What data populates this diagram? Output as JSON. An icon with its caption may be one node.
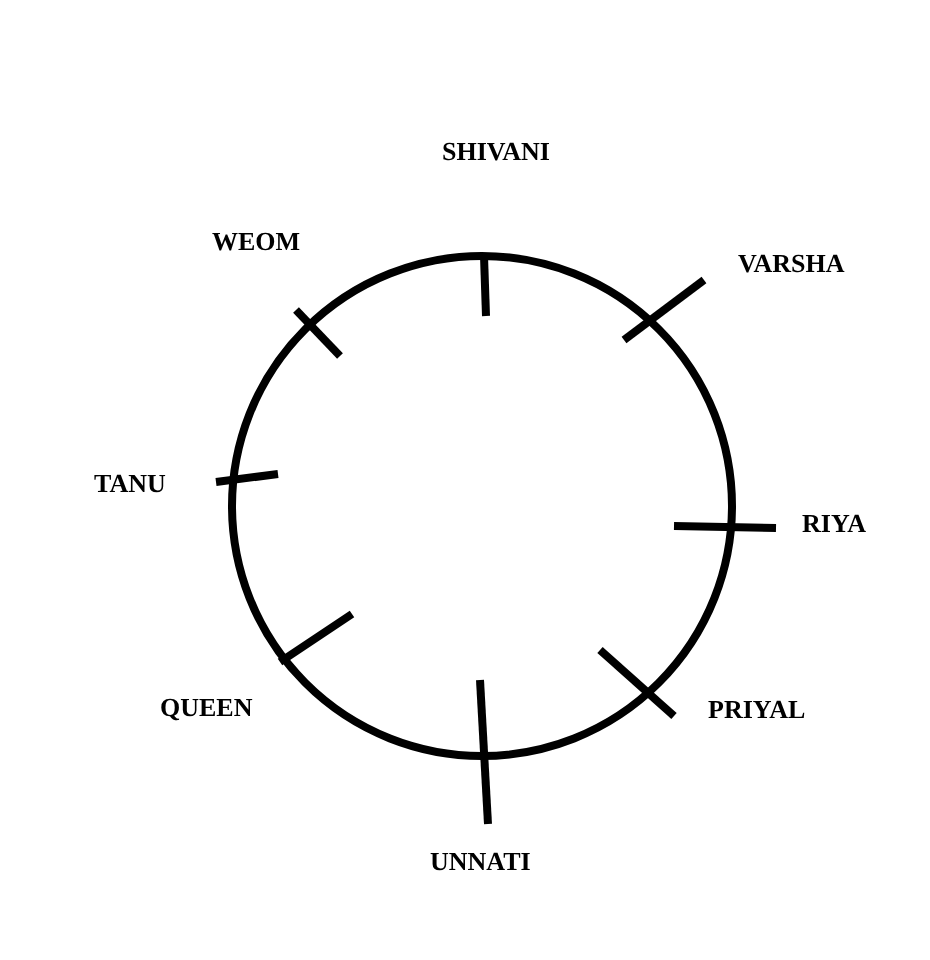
{
  "diagram": {
    "labels": [
      "SHIVANI",
      "WEOM",
      "VARSHA",
      "TANU",
      "RIYA",
      "QUEEN",
      "PRIYAL",
      "UNNATI"
    ]
  }
}
